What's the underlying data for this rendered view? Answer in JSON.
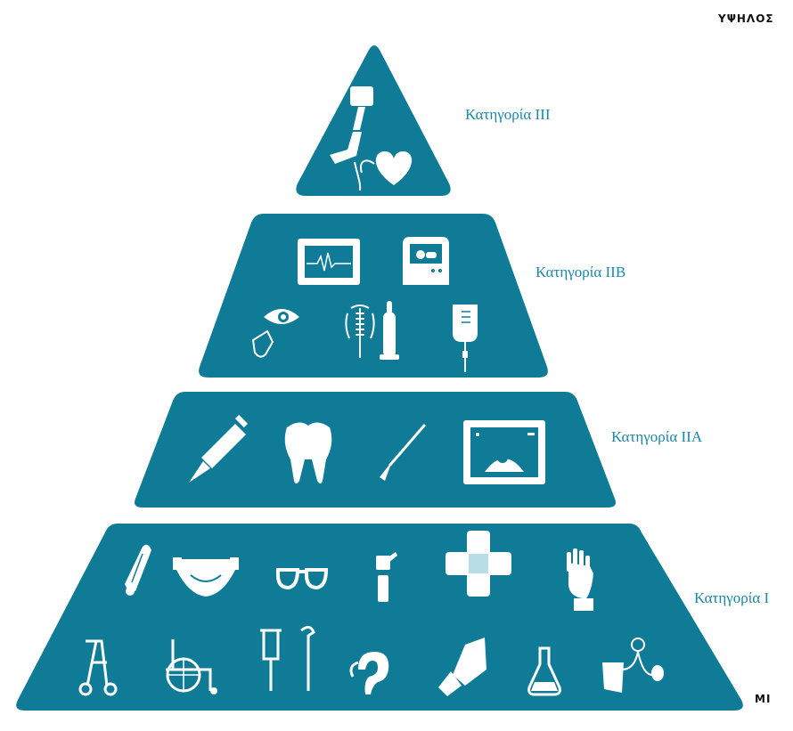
{
  "corner_top": "ΥΨΗΛΟΣ",
  "corner_bottom": "ΜΙ",
  "colors": {
    "tier_fill": "#0f7b96",
    "icon_fill": "#ffffff",
    "label_text": "#1a88a8"
  },
  "tiers": [
    {
      "label": "Κατηγορία III",
      "icons": [
        "prosthetic-leg-icon",
        "heart-pacemaker-icon"
      ]
    },
    {
      "label": "Κατηγορία IIB",
      "icons": [
        "ecg-monitor-icon",
        "incubator-icon",
        "eye-laser-icon",
        "iud-icon",
        "condom-icon",
        "iv-bag-icon"
      ]
    },
    {
      "label": "Κατηγορία IIA",
      "icons": [
        "syringe-icon",
        "tooth-icon",
        "scalpel-icon",
        "ultrasound-monitor-icon"
      ]
    },
    {
      "label": "Κατηγορία Ι",
      "icons": [
        "thermometer-icon",
        "diaper-icon",
        "glasses-icon",
        "otoscope-icon",
        "bandage-icon",
        "glove-icon",
        "walker-icon",
        "wheelchair-icon",
        "crutches-icon",
        "hearing-aid-icon",
        "arm-cast-icon",
        "flask-icon",
        "blood-pressure-icon"
      ]
    }
  ]
}
